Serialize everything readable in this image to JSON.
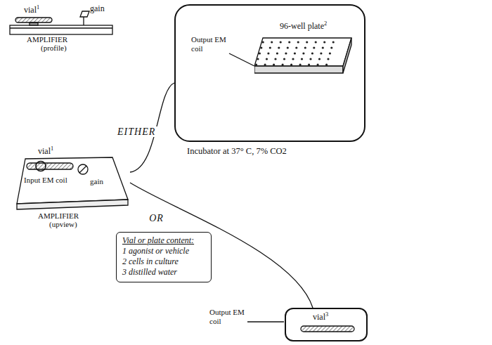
{
  "diagram": {
    "nodes": [
      {
        "text": [
          "AMPLIFIER",
          "(profile)"
        ]
      },
      {
        "text": [
          "Incubator at 37° C, 7% CO2"
        ]
      },
      {
        "text": [
          "96-well plate",
          "2"
        ],
        "in": 1
      },
      {
        "text": [
          "AMPLIFIER",
          "(upview)"
        ]
      },
      {
        "text": [
          "Vial or plate content:",
          "1 agonist or vehicle",
          "2 cells in culture",
          "3 distilled water"
        ]
      },
      {
        "text": [
          "vial",
          "3"
        ]
      }
    ],
    "edges": [
      {
        "from": 3,
        "to": 1,
        "arrow": "none",
        "label": "EITHER"
      },
      {
        "from": 3,
        "to": 5,
        "arrow": "none",
        "label": "OR"
      }
    ],
    "labels": [
      "vial",
      "1",
      "gain",
      "vial",
      "1",
      "Input EM coil",
      "gain",
      "Output EM coil",
      "Output EM coil"
    ]
  }
}
